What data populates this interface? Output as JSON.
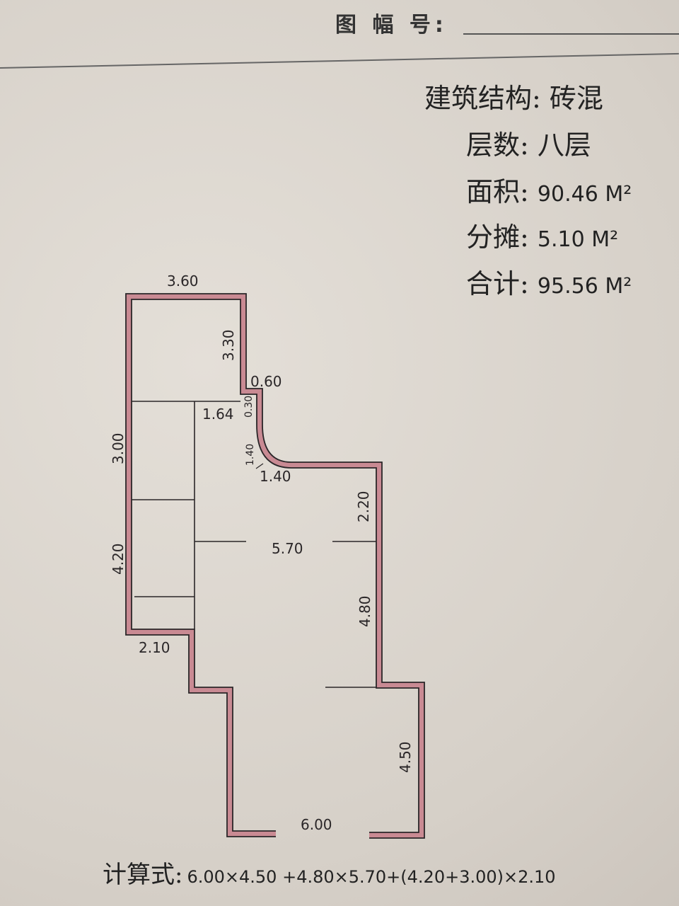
{
  "header": {
    "label": "图 幅 号:"
  },
  "info": {
    "structure_label": "建筑结构:",
    "structure_value": "砖混",
    "floors_label": "层数:",
    "floors_value": "八层",
    "area_label": "面积:",
    "area_value": "90.46 M²",
    "shared_label": "分摊:",
    "shared_value": "5.10 M²",
    "total_label": "合计:",
    "total_value": "95.56 M²"
  },
  "dimensions": {
    "top_width": "3.60",
    "upper_right": "3.30",
    "notch_top": "0.60",
    "notch_side": "0.30",
    "inner_width": "1.64",
    "curve_vertical": "1.40",
    "curve_horizontal": "1.40",
    "left_upper": "3.00",
    "right_mid": "2.20",
    "center_width": "5.70",
    "left_lower": "4.20",
    "right_lower": "4.80",
    "bottom_left_step": "2.10",
    "bottom_right": "4.50",
    "bottom_width": "6.00"
  },
  "colors": {
    "wall_fill": "#c98a93",
    "wall_line": "#2a2628"
  },
  "formula": {
    "label": "计算式:",
    "expression": "6.00×4.50 +4.80×5.70+(4.20+3.00)×2.10"
  }
}
